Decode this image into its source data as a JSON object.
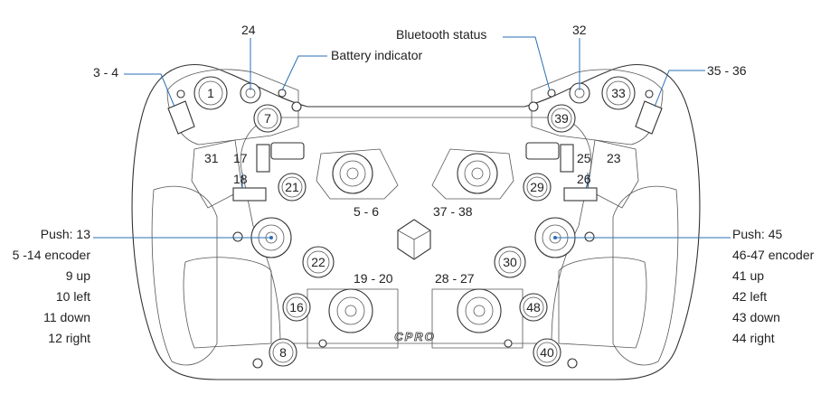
{
  "labels_left": {
    "l34": "3 - 4",
    "l24": "24",
    "battery": "Battery indicator",
    "l31": "31",
    "l17": "17",
    "l18": "18",
    "push13": "Push: 13",
    "enc514": "5 -14 encoder",
    "up9": "9 up",
    "left10": "10 left",
    "down11": "11 down",
    "right12": "12 right",
    "l56": "5 - 6",
    "l1920": "19 - 20"
  },
  "labels_right": {
    "bluetooth": "Bluetooth status",
    "l32": "32",
    "l3536": "35 - 36",
    "l25": "25",
    "l23": "23",
    "l26": "26",
    "push45": "Push: 45",
    "enc4647": "46-47 encoder",
    "up41": "41 up",
    "left42": "42 left",
    "down43": "43 down",
    "right44": "44 right",
    "l3738": "37 - 38",
    "l2827": "28 - 27"
  },
  "buttons": {
    "b1": "1",
    "b7": "7",
    "b21": "21",
    "b22": "22",
    "b16": "16",
    "b8": "8",
    "b33": "33",
    "b39": "39",
    "b29": "29",
    "b30": "30",
    "b48": "48",
    "b40": "40"
  },
  "logo_text": "CPRO",
  "colors": {
    "leader_line": "#2a6fb5",
    "outline": "#333333"
  }
}
